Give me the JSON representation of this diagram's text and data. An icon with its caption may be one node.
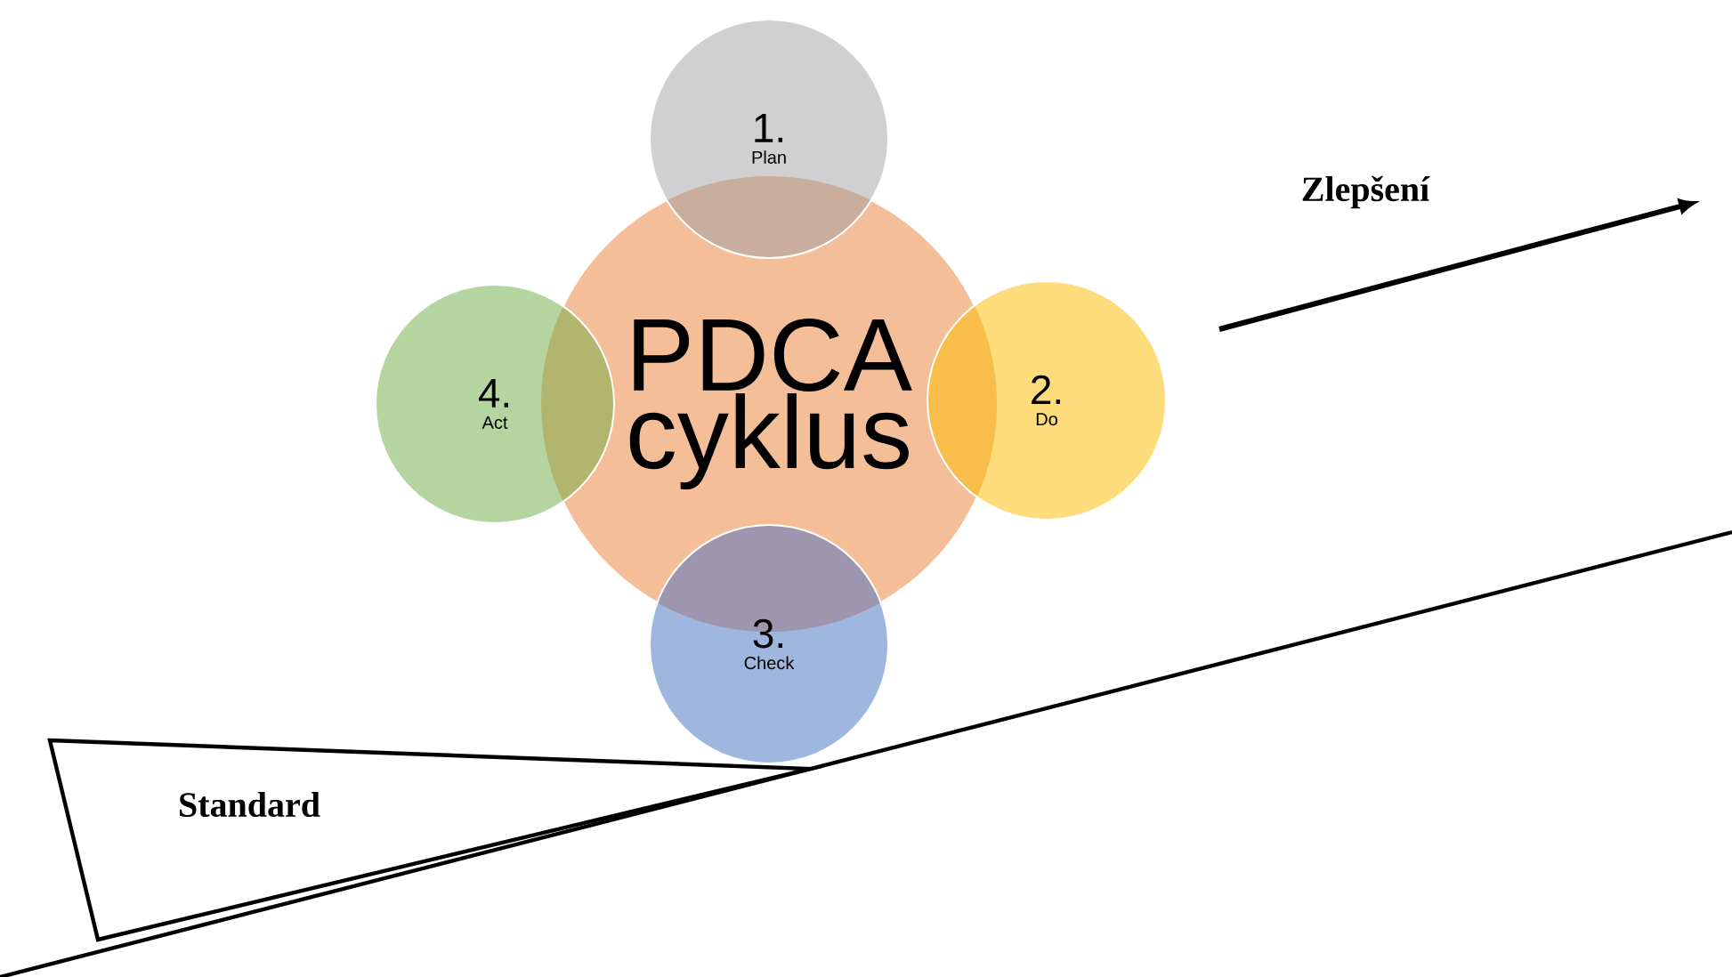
{
  "diagram": {
    "nodes": [
      {
        "text": [
          "PDCA cyklus"
        ]
      },
      {
        "text": [
          "1.",
          "Plan"
        ]
      },
      {
        "text": [
          "2.",
          "Do"
        ]
      },
      {
        "text": [
          "3.",
          "Check"
        ]
      },
      {
        "text": [
          "4.",
          "Act"
        ]
      },
      {
        "text": [
          "Standard"
        ]
      }
    ],
    "labels": [
      "Zlepšení"
    ]
  }
}
